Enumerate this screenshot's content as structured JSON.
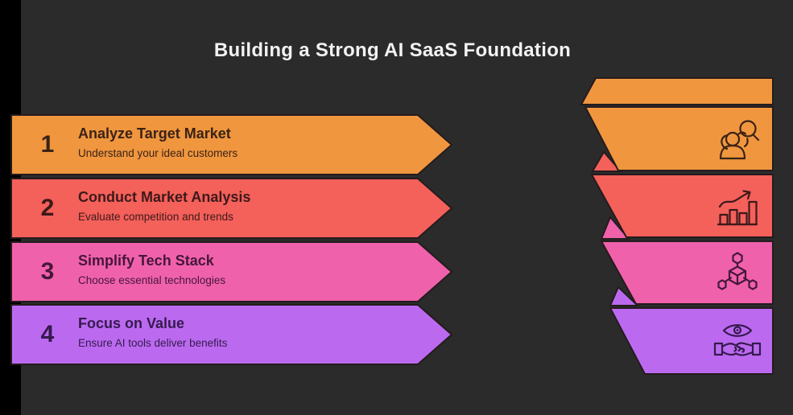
{
  "title": "Building a Strong AI SaaS Foundation",
  "colors": {
    "background": "#2b2b2b",
    "left_bar": "#000000",
    "title_text": "#f2f2f2",
    "outline": "#251b1d"
  },
  "steps": [
    {
      "number": "1",
      "title": "Analyze Target Market",
      "subtitle": "Understand your ideal customers",
      "color": "#f0963f",
      "icon": "customer-search-icon"
    },
    {
      "number": "2",
      "title": "Conduct Market Analysis",
      "subtitle": "Evaluate competition and trends",
      "color": "#f4605a",
      "icon": "growth-chart-icon"
    },
    {
      "number": "3",
      "title": "Simplify Tech Stack",
      "subtitle": "Choose essential technologies",
      "color": "#f061ac",
      "icon": "cube-network-icon"
    },
    {
      "number": "4",
      "title": "Focus on Value",
      "subtitle": "Ensure AI tools deliver benefits",
      "color": "#bb6af0",
      "icon": "eye-handshake-icon"
    }
  ]
}
